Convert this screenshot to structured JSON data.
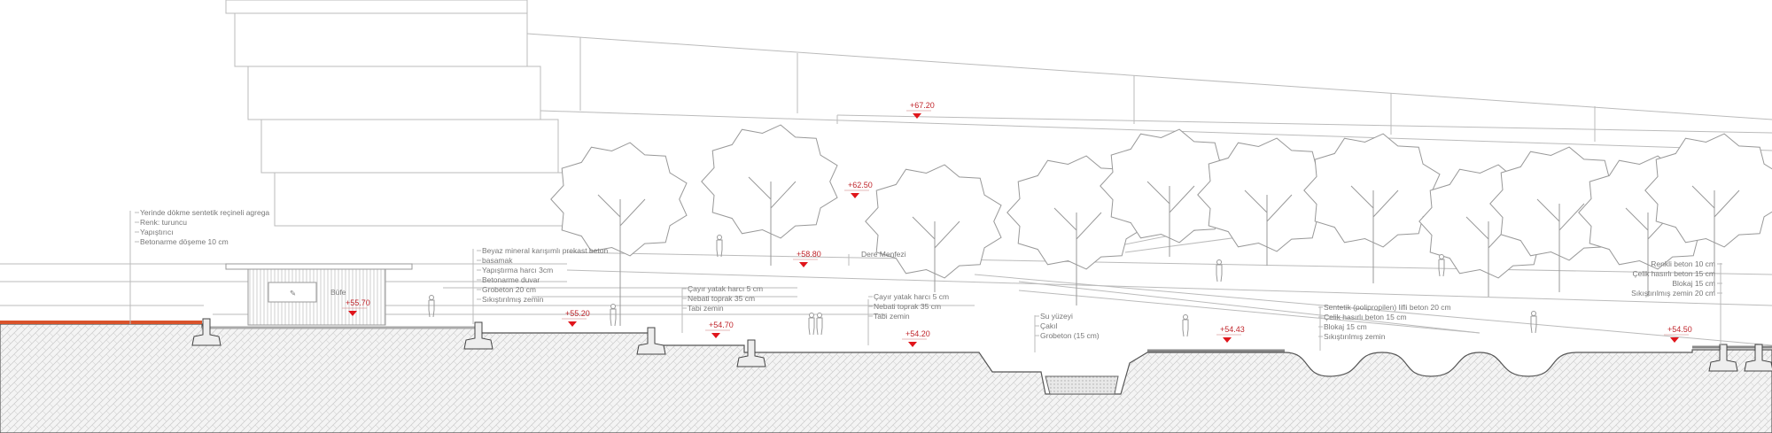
{
  "drawing": {
    "kiosk_label": "Büfe",
    "elevations": [
      "+67.20",
      "+62.50",
      "+58.80",
      "+55.70",
      "+55.20",
      "+54.70",
      "+54.20",
      "+54.43",
      "+54.50"
    ],
    "stream_label": "Dere Menfezi",
    "notes_left": [
      "Yerinde dökme sentetik reçineli agrega",
      "Renk: turuncu",
      "Yapıştırıcı",
      "Betonarme döşeme 10 cm"
    ],
    "notes_steps": [
      "Beyaz mineral karışımlı prekast beton",
      "basamak",
      "Yapıştırma harcı 3cm",
      "Betonarme duvar",
      "Grobeton 20 cm",
      "Sıkıştırılmış zemin"
    ],
    "notes_lawn1": [
      "Çayır yatak harcı 5 cm",
      "Nebati toprak 35 cm",
      "Tabi zemin"
    ],
    "notes_lawn2": [
      "Çayır yatak harcı 5 cm",
      "Nebati toprak 35 cm",
      "Tabi zemin"
    ],
    "notes_water": [
      "Su yüzeyi",
      "Çakıl",
      "Grobeton (15 cm)"
    ],
    "notes_path": [
      "Sentetik (polipropilen) lifli beton 20 cm",
      "Çelik hasırlı beton 15 cm",
      "Blokaj 15 cm",
      "Sıkıştırılmış zemin"
    ],
    "notes_right": [
      "Renkli beton 10 cm",
      "Çelik hasırlı beton 15 cm",
      "Blokaj 15 cm",
      "Sıkıştırılmış zemin 20 cm"
    ],
    "colors": {
      "elevation": "#e0151b",
      "orange_surface": "#d9532b",
      "line": "#bbbbbb"
    }
  }
}
